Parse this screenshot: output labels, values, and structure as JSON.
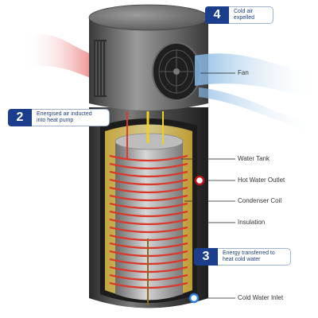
{
  "callouts": [
    {
      "number": "2",
      "text": "Energised air inducted\ninto heat pump"
    },
    {
      "number": "3",
      "text": "Energy transferred to\nheat cold water"
    },
    {
      "number": "4",
      "text": "Cold air\nexpelled"
    }
  ],
  "labels": {
    "fan": "Fan",
    "water_tank": "Water Tank",
    "hot_water_outlet": "Hot Water Outlet",
    "condenser_coil": "Condenser Coil",
    "insulation": "Insulation",
    "cold_water_inlet": "Cold Water Inlet"
  },
  "colors": {
    "badge": "#1a3e8c",
    "callout_text": "#1d3f7a",
    "warm_air": "#e8706f",
    "cold_air": "#7fb3e0",
    "coil": "#d93a2b",
    "pipe_hot": "#f0d020",
    "outlet_dot": "#c0161b",
    "inlet_dot": "#2e7bd6"
  }
}
